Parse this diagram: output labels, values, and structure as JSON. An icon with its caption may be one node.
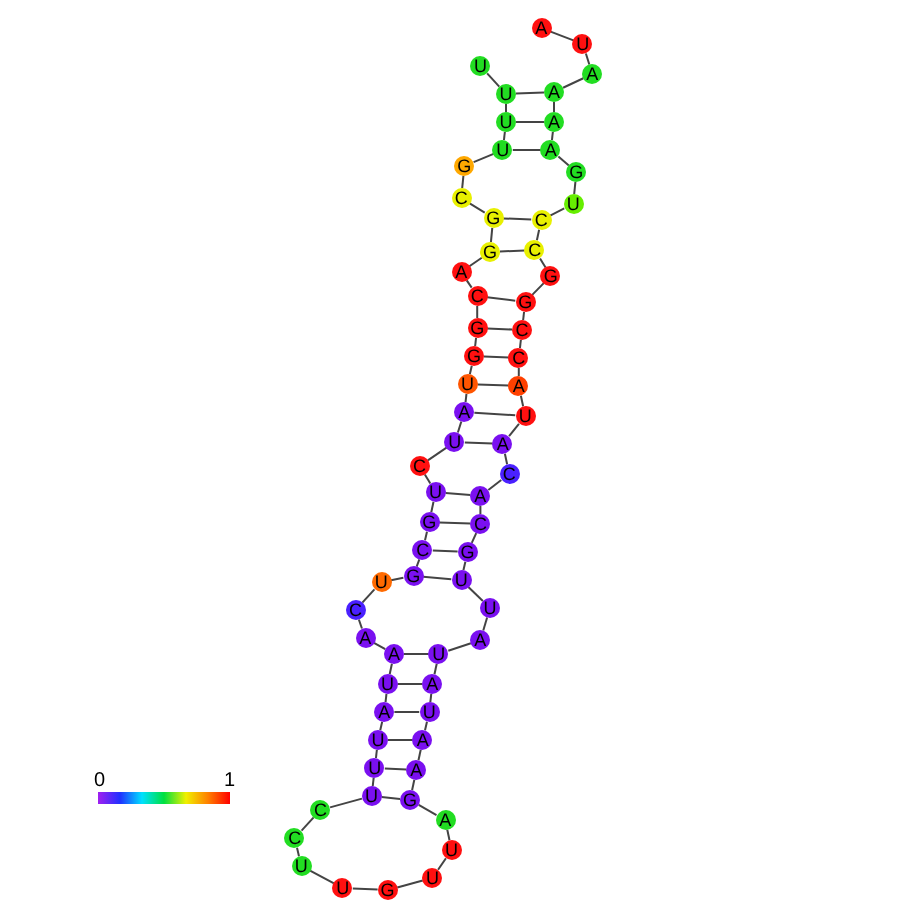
{
  "diagram": {
    "nodes": [
      {
        "text": [
          "U"
        ]
      },
      {
        "text": [
          "U"
        ]
      },
      {
        "text": [
          "U"
        ]
      },
      {
        "text": [
          "U"
        ]
      },
      {
        "text": [
          "G"
        ]
      },
      {
        "text": [
          "C"
        ]
      },
      {
        "text": [
          "G"
        ]
      },
      {
        "text": [
          "G"
        ]
      },
      {
        "text": [
          "A"
        ]
      },
      {
        "text": [
          "C"
        ]
      },
      {
        "text": [
          "G"
        ]
      },
      {
        "text": [
          "G"
        ]
      },
      {
        "text": [
          "U"
        ]
      },
      {
        "text": [
          "A"
        ]
      },
      {
        "text": [
          "U"
        ]
      },
      {
        "text": [
          "C"
        ]
      },
      {
        "text": [
          "U"
        ]
      },
      {
        "text": [
          "G"
        ]
      },
      {
        "text": [
          "C"
        ]
      },
      {
        "text": [
          "G"
        ]
      },
      {
        "text": [
          "U"
        ]
      },
      {
        "text": [
          "C"
        ]
      },
      {
        "text": [
          "A"
        ]
      },
      {
        "text": [
          "A"
        ]
      },
      {
        "text": [
          "U"
        ]
      },
      {
        "text": [
          "A"
        ]
      },
      {
        "text": [
          "U"
        ]
      },
      {
        "text": [
          "U"
        ]
      },
      {
        "text": [
          "U"
        ]
      },
      {
        "text": [
          "C"
        ]
      },
      {
        "text": [
          "C"
        ]
      },
      {
        "text": [
          "U"
        ]
      },
      {
        "text": [
          "U"
        ]
      },
      {
        "text": [
          "G"
        ]
      },
      {
        "text": [
          "U"
        ]
      },
      {
        "text": [
          "U"
        ]
      },
      {
        "text": [
          "A"
        ]
      },
      {
        "text": [
          "G"
        ]
      },
      {
        "text": [
          "A"
        ]
      },
      {
        "text": [
          "A"
        ]
      },
      {
        "text": [
          "U"
        ]
      },
      {
        "text": [
          "A"
        ]
      },
      {
        "text": [
          "U"
        ]
      },
      {
        "text": [
          "A"
        ]
      },
      {
        "text": [
          "U"
        ]
      },
      {
        "text": [
          "U"
        ]
      },
      {
        "text": [
          "G"
        ]
      },
      {
        "text": [
          "C"
        ]
      },
      {
        "text": [
          "A"
        ]
      },
      {
        "text": [
          "C"
        ]
      },
      {
        "text": [
          "A"
        ]
      },
      {
        "text": [
          "U"
        ]
      },
      {
        "text": [
          "A"
        ]
      },
      {
        "text": [
          "C"
        ]
      },
      {
        "text": [
          "C"
        ]
      },
      {
        "text": [
          "G"
        ]
      },
      {
        "text": [
          "G"
        ]
      },
      {
        "text": [
          "C"
        ]
      },
      {
        "text": [
          "C"
        ]
      },
      {
        "text": [
          "U"
        ]
      },
      {
        "text": [
          "G"
        ]
      },
      {
        "text": [
          "A"
        ]
      },
      {
        "text": [
          "A"
        ]
      },
      {
        "text": [
          "A"
        ]
      },
      {
        "text": [
          "A"
        ]
      },
      {
        "text": [
          "U"
        ]
      },
      {
        "text": [
          "A"
        ]
      }
    ],
    "edges": [
      {
        "from": 0,
        "to": 1,
        "arrow": "none"
      },
      {
        "from": 1,
        "to": 2,
        "arrow": "none"
      },
      {
        "from": 2,
        "to": 3,
        "arrow": "none"
      },
      {
        "from": 3,
        "to": 4,
        "arrow": "none"
      },
      {
        "from": 4,
        "to": 5,
        "arrow": "none"
      },
      {
        "from": 5,
        "to": 6,
        "arrow": "none"
      },
      {
        "from": 6,
        "to": 7,
        "arrow": "none"
      },
      {
        "from": 7,
        "to": 8,
        "arrow": "none"
      },
      {
        "from": 8,
        "to": 9,
        "arrow": "none"
      },
      {
        "from": 9,
        "to": 10,
        "arrow": "none"
      },
      {
        "from": 10,
        "to": 11,
        "arrow": "none"
      },
      {
        "from": 11,
        "to": 12,
        "arrow": "none"
      },
      {
        "from": 12,
        "to": 13,
        "arrow": "none"
      },
      {
        "from": 13,
        "to": 14,
        "arrow": "none"
      },
      {
        "from": 14,
        "to": 15,
        "arrow": "none"
      },
      {
        "from": 15,
        "to": 16,
        "arrow": "none"
      },
      {
        "from": 16,
        "to": 17,
        "arrow": "none"
      },
      {
        "from": 17,
        "to": 18,
        "arrow": "none"
      },
      {
        "from": 18,
        "to": 19,
        "arrow": "none"
      },
      {
        "from": 19,
        "to": 20,
        "arrow": "none"
      },
      {
        "from": 20,
        "to": 21,
        "arrow": "none"
      },
      {
        "from": 21,
        "to": 22,
        "arrow": "none"
      },
      {
        "from": 22,
        "to": 23,
        "arrow": "none"
      },
      {
        "from": 23,
        "to": 24,
        "arrow": "none"
      },
      {
        "from": 24,
        "to": 25,
        "arrow": "none"
      },
      {
        "from": 25,
        "to": 26,
        "arrow": "none"
      },
      {
        "from": 26,
        "to": 27,
        "arrow": "none"
      },
      {
        "from": 27,
        "to": 28,
        "arrow": "none"
      },
      {
        "from": 28,
        "to": 29,
        "arrow": "none"
      },
      {
        "from": 29,
        "to": 30,
        "arrow": "none"
      },
      {
        "from": 30,
        "to": 31,
        "arrow": "none"
      },
      {
        "from": 31,
        "to": 32,
        "arrow": "none"
      },
      {
        "from": 32,
        "to": 33,
        "arrow": "none"
      },
      {
        "from": 33,
        "to": 34,
        "arrow": "none"
      },
      {
        "from": 34,
        "to": 35,
        "arrow": "none"
      },
      {
        "from": 35,
        "to": 36,
        "arrow": "none"
      },
      {
        "from": 36,
        "to": 37,
        "arrow": "none"
      },
      {
        "from": 37,
        "to": 38,
        "arrow": "none"
      },
      {
        "from": 38,
        "to": 39,
        "arrow": "none"
      },
      {
        "from": 39,
        "to": 40,
        "arrow": "none"
      },
      {
        "from": 40,
        "to": 41,
        "arrow": "none"
      },
      {
        "from": 41,
        "to": 42,
        "arrow": "none"
      },
      {
        "from": 42,
        "to": 43,
        "arrow": "none"
      },
      {
        "from": 43,
        "to": 44,
        "arrow": "none"
      },
      {
        "from": 44,
        "to": 45,
        "arrow": "none"
      },
      {
        "from": 45,
        "to": 46,
        "arrow": "none"
      },
      {
        "from": 46,
        "to": 47,
        "arrow": "none"
      },
      {
        "from": 47,
        "to": 48,
        "arrow": "none"
      },
      {
        "from": 48,
        "to": 49,
        "arrow": "none"
      },
      {
        "from": 49,
        "to": 50,
        "arrow": "none"
      },
      {
        "from": 50,
        "to": 51,
        "arrow": "none"
      },
      {
        "from": 51,
        "to": 52,
        "arrow": "none"
      },
      {
        "from": 52,
        "to": 53,
        "arrow": "none"
      },
      {
        "from": 53,
        "to": 54,
        "arrow": "none"
      },
      {
        "from": 54,
        "to": 55,
        "arrow": "none"
      },
      {
        "from": 55,
        "to": 56,
        "arrow": "none"
      },
      {
        "from": 56,
        "to": 57,
        "arrow": "none"
      },
      {
        "from": 57,
        "to": 58,
        "arrow": "none"
      },
      {
        "from": 58,
        "to": 59,
        "arrow": "none"
      },
      {
        "from": 59,
        "to": 60,
        "arrow": "none"
      },
      {
        "from": 60,
        "to": 61,
        "arrow": "none"
      },
      {
        "from": 61,
        "to": 62,
        "arrow": "none"
      },
      {
        "from": 62,
        "to": 63,
        "arrow": "none"
      },
      {
        "from": 63,
        "to": 64,
        "arrow": "none"
      },
      {
        "from": 64,
        "to": 65,
        "arrow": "none"
      },
      {
        "from": 65,
        "to": 66,
        "arrow": "none"
      },
      {
        "from": 1,
        "to": 63,
        "arrow": "none"
      },
      {
        "from": 2,
        "to": 62,
        "arrow": "none"
      },
      {
        "from": 3,
        "to": 61,
        "arrow": "none"
      },
      {
        "from": 6,
        "to": 58,
        "arrow": "none"
      },
      {
        "from": 7,
        "to": 57,
        "arrow": "none"
      },
      {
        "from": 9,
        "to": 55,
        "arrow": "none"
      },
      {
        "from": 10,
        "to": 54,
        "arrow": "none"
      },
      {
        "from": 11,
        "to": 53,
        "arrow": "none"
      },
      {
        "from": 12,
        "to": 52,
        "arrow": "none"
      },
      {
        "from": 13,
        "to": 51,
        "arrow": "none"
      },
      {
        "from": 14,
        "to": 50,
        "arrow": "none"
      },
      {
        "from": 16,
        "to": 48,
        "arrow": "none"
      },
      {
        "from": 17,
        "to": 47,
        "arrow": "none"
      },
      {
        "from": 18,
        "to": 46,
        "arrow": "none"
      },
      {
        "from": 19,
        "to": 45,
        "arrow": "none"
      },
      {
        "from": 23,
        "to": 42,
        "arrow": "none"
      },
      {
        "from": 24,
        "to": 41,
        "arrow": "none"
      },
      {
        "from": 25,
        "to": 40,
        "arrow": "none"
      },
      {
        "from": 26,
        "to": 39,
        "arrow": "none"
      },
      {
        "from": 27,
        "to": 38,
        "arrow": "none"
      },
      {
        "from": 28,
        "to": 37,
        "arrow": "none"
      }
    ],
    "labels": [
      "0",
      "1"
    ]
  }
}
